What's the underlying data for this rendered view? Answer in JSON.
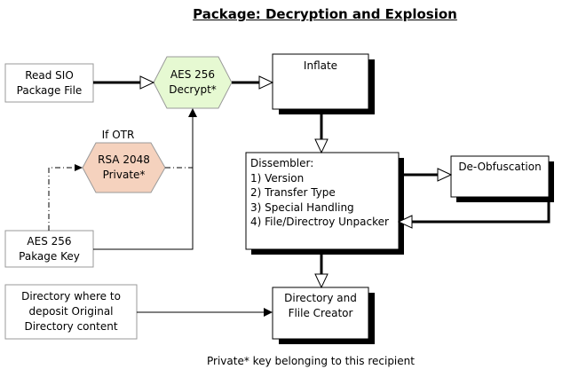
{
  "title": "Package: Decryption and Explosion",
  "nodes": {
    "read_sio": [
      "Read SIO",
      "Package File"
    ],
    "aes_decrypt": [
      "AES 256",
      "Decrypt*"
    ],
    "inflate": "Inflate",
    "if_otr": "If OTR",
    "rsa_private": [
      "RSA 2048",
      "Private*"
    ],
    "aes_key": [
      "AES 256",
      "Pakage Key"
    ],
    "dissembler": [
      "Dissembler:",
      "1) Version",
      "2) Transfer Type",
      "3) Special Handling",
      "4) File/Directroy Unpacker"
    ],
    "deobfuscation": "De-Obfuscation",
    "directory_where": [
      "Directory where to",
      "deposit Original",
      "Directory content"
    ],
    "dir_creator": [
      "Directory and",
      "Flile Creator"
    ]
  },
  "footnote": "Private* key belonging to this recipient",
  "colors": {
    "hexagon_green": "#e6f9d2",
    "hexagon_peach": "#f5d2be",
    "shadow": "#000000",
    "box_border": "#9a9a9a"
  }
}
